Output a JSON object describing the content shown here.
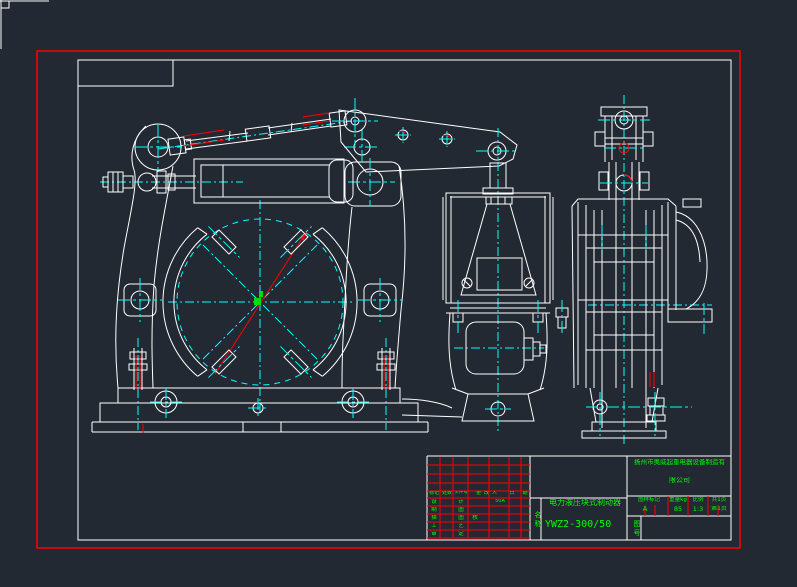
{
  "colors": {
    "background": "#232933",
    "sheet_border": "#ffffff",
    "frame_border": "#ff0000",
    "geometry": "#ffffff",
    "centerline": "#00ffff",
    "highlight": "#ff0000",
    "annotation_text": "#00ff00",
    "grip_marker": "#00dd00"
  },
  "title_block": {
    "company_line1": "扬州市奥威起重电器设备制造有",
    "company_line2": "限公司",
    "name_label": "名称",
    "product_name": "电力液压块式制动器",
    "model": "YWZ2-300/50",
    "drawing_no_label": "图号",
    "spec": {
      "headers": [
        "图样标记",
        "重量kg",
        "比例",
        "共1页"
      ],
      "values": [
        "A",
        "85",
        "1:3",
        "第1页"
      ]
    },
    "revision": {
      "headers": [
        "标记",
        "处数",
        "文件号",
        "更改人",
        "日",
        "期"
      ],
      "rows": [
        {
          "c1": "设",
          "c2": "计",
          "c3": "",
          "sig": "50A"
        },
        {
          "c1": "制",
          "c2": "图",
          "c3": "",
          "sig": ""
        },
        {
          "c1": "描",
          "c2": "图",
          "c3": "核",
          "sig": ""
        },
        {
          "c1": "工",
          "c2": "艺",
          "c3": "",
          "sig": ""
        },
        {
          "c1": "审",
          "c2": "定",
          "c3": "",
          "sig": ""
        }
      ]
    }
  }
}
